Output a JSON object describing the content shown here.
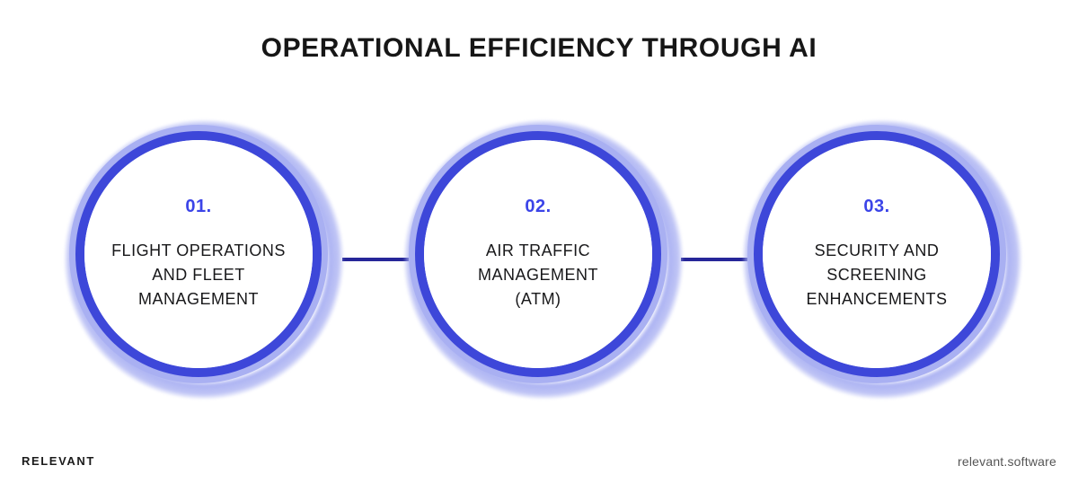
{
  "header": {
    "title": "Operational Efficiency Through AI"
  },
  "colors": {
    "background": "#ffffff",
    "ring_outer": "#a9b0f2",
    "ring_inner": "#3d47d9",
    "connector": "#262699",
    "number_text": "#3b44e8",
    "label_text": "#18181a",
    "title_text": "#161616",
    "footer_left_text": "#1b1b1b",
    "footer_right_text": "#555555"
  },
  "nodes": [
    {
      "number": "01.",
      "label": "Flight Operations\nand Fleet\nManagement"
    },
    {
      "number": "02.",
      "label": "Air Traffic\nManagement\n(ATM)"
    },
    {
      "number": "03.",
      "label": "Security and\nScreening\nEnhancements"
    }
  ],
  "footer": {
    "brand": "Relevant",
    "website": "relevant.software"
  }
}
